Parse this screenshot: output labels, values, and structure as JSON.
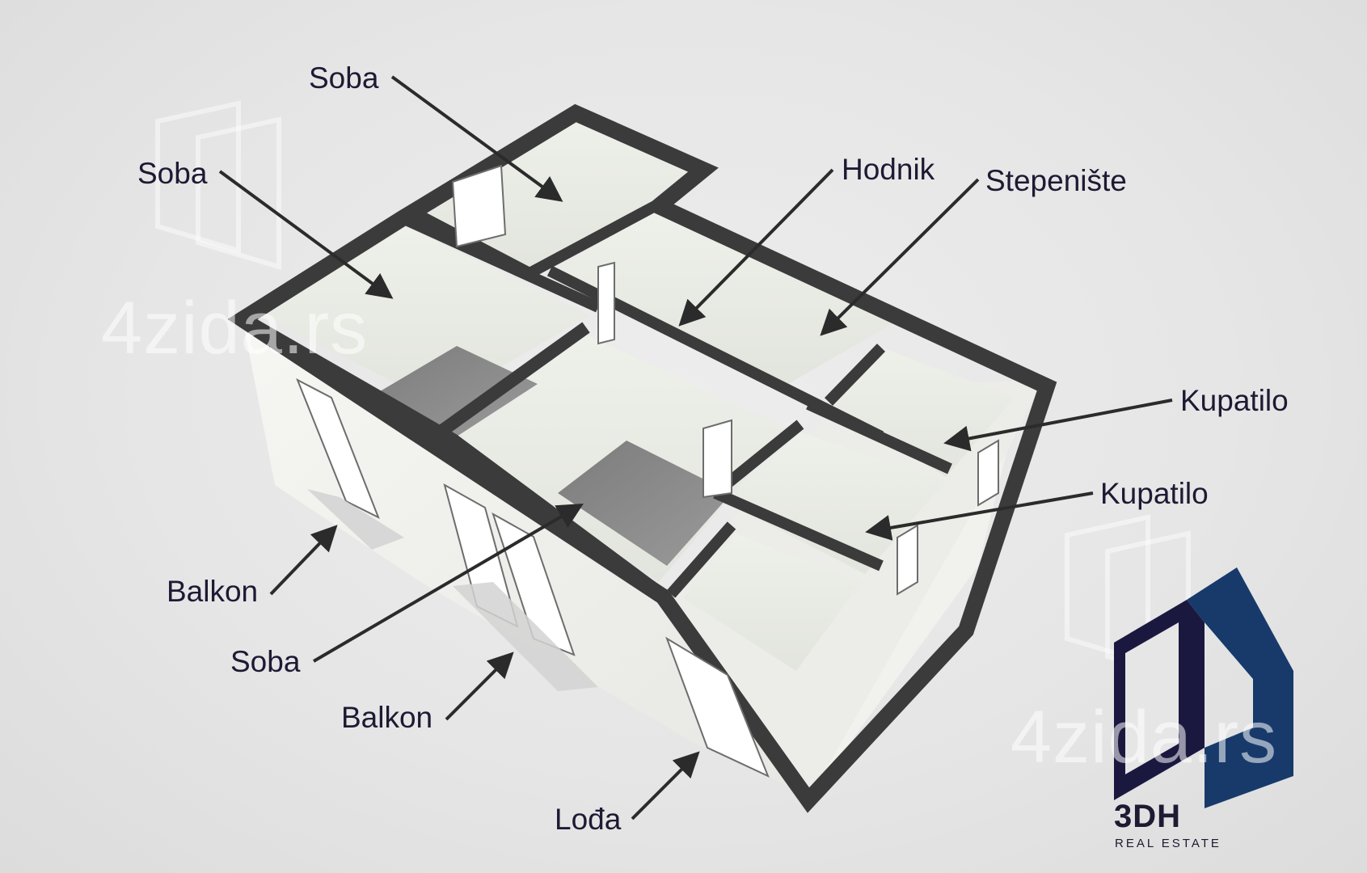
{
  "labels": {
    "soba_top": "Soba",
    "soba_left": "Soba",
    "hodnik": "Hodnik",
    "stepeniste": "Stepenište",
    "kupatilo_upper": "Kupatilo",
    "kupatilo_lower": "Kupatilo",
    "balkon_left": "Balkon",
    "soba_bottom": "Soba",
    "balkon_bottom": "Balkon",
    "loda": "Lođa"
  },
  "watermark": {
    "text": "4zida.rs"
  },
  "brand": {
    "name": "3DH",
    "tagline": "REAL ESTATE",
    "color_dark": "#1b1840",
    "color_blue": "#173a6b"
  },
  "colors": {
    "text": "#1d1a33",
    "wall": "#3b3b3b",
    "floor_gray": "#8a8a8a",
    "room_light": "#e9ece6"
  }
}
